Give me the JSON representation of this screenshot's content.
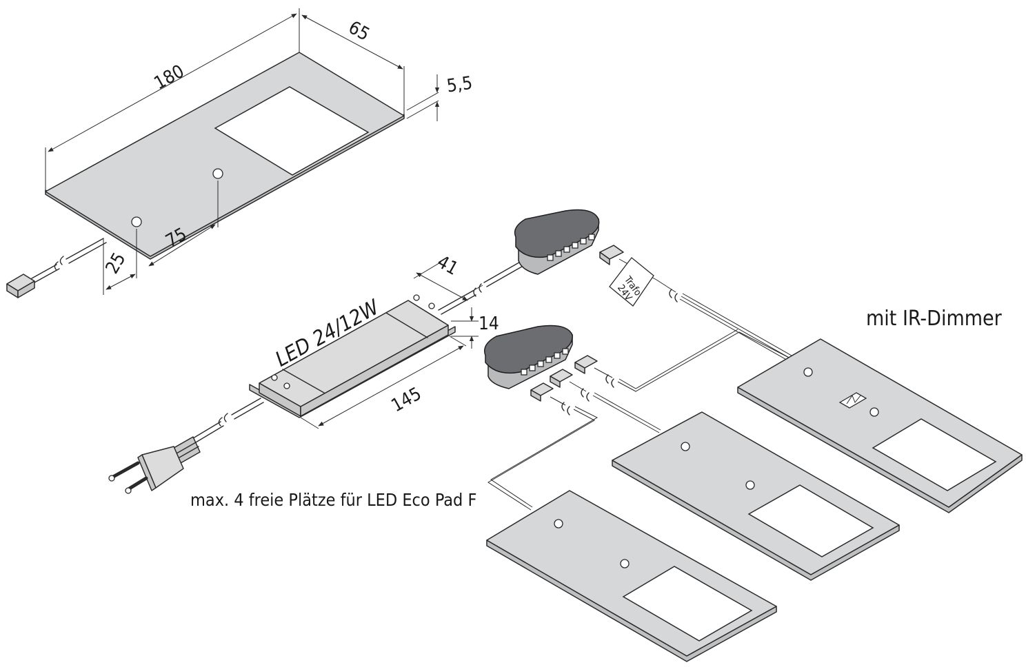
{
  "dimensions": {
    "length": "180",
    "width": "65",
    "height": "5,5",
    "hole_offset_a": "25",
    "hole_offset_b": "75",
    "driver_width": "41",
    "driver_height": "14",
    "driver_length": "145"
  },
  "labels": {
    "driver": "LED 24/12W",
    "dimmer": "mit IR-Dimmer",
    "capacity": "max. 4 freie Plätze für LED Eco Pad F",
    "trafo_line1": "Trafo",
    "trafo_line2": "24V"
  }
}
